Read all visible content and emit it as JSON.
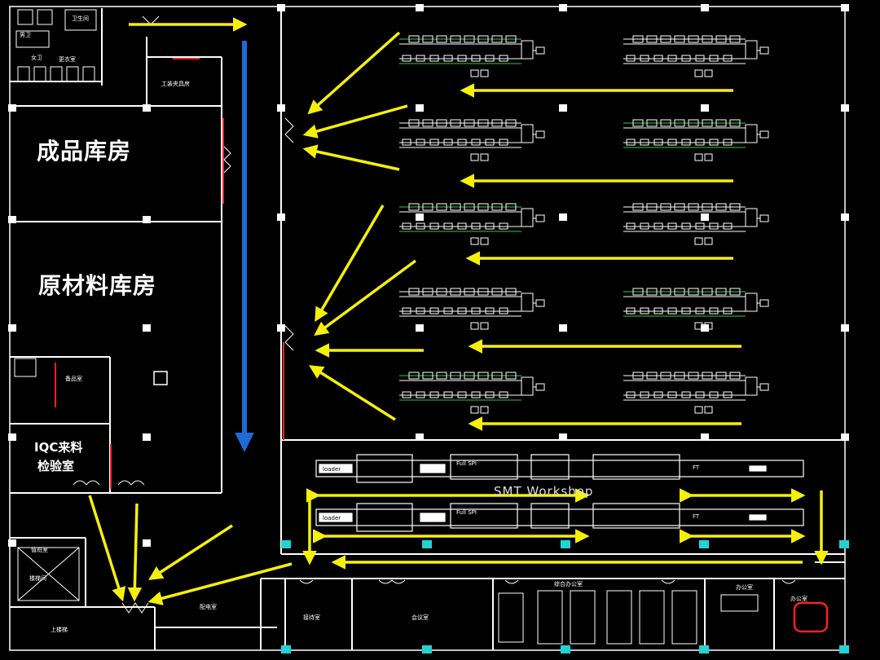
{
  "plan": {
    "rooms": {
      "finished_goods_warehouse": "成品库房",
      "raw_material_warehouse": "原材料库房",
      "iqc_inspection_line1": "IQC来料",
      "iqc_inspection_line2": "检验室",
      "smt_workshop": "SMT Workshop",
      "fitting_room": "工装夹具房",
      "restroom": "卫生间",
      "male_restroom": "男卫",
      "female_restroom": "女卫",
      "locker_room": "更衣室",
      "storage_room": "备品室",
      "duty_room": "值班室",
      "office_1": "办公室",
      "office_2": "办公室",
      "meeting_room": "会议室",
      "reception_room": "接待室",
      "staff_office": "综合办公室",
      "upstairs_room": "上楼梯",
      "elevator_room": "楼梯间",
      "side_room": "配电室"
    },
    "legend_line_labels": {
      "loader": "loader",
      "printer": "Full SPI",
      "ft": "FT"
    },
    "colors": {
      "flow_arrow": "#f5f00a",
      "main_aisle_arrow": "#1e6bd6",
      "wall": "#ffffff",
      "equipment_green": "#2ecc40",
      "column_cyan": "#22d3d3",
      "door_red": "#ff2020"
    }
  }
}
